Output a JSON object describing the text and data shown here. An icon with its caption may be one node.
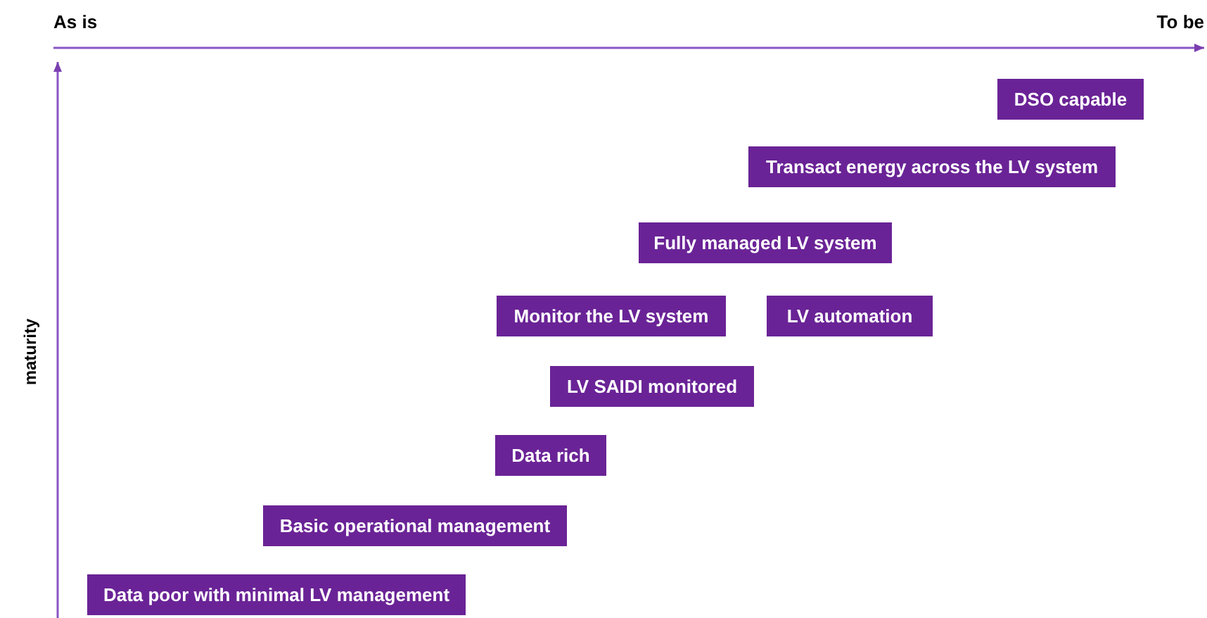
{
  "diagram": {
    "nodes": [
      {
        "text": [
          "DSO capable"
        ]
      },
      {
        "text": [
          "Transact energy across the LV system"
        ]
      },
      {
        "text": [
          "Fully managed LV system"
        ]
      },
      {
        "text": [
          "Monitor the LV system"
        ]
      },
      {
        "text": [
          "LV automation"
        ]
      },
      {
        "text": [
          "LV SAIDI monitored"
        ]
      },
      {
        "text": [
          "Data rich"
        ]
      },
      {
        "text": [
          "Basic operational management"
        ]
      },
      {
        "text": [
          "Data poor with minimal LV management"
        ]
      }
    ],
    "labels": [
      "As is",
      "To be",
      "maturity"
    ]
  }
}
